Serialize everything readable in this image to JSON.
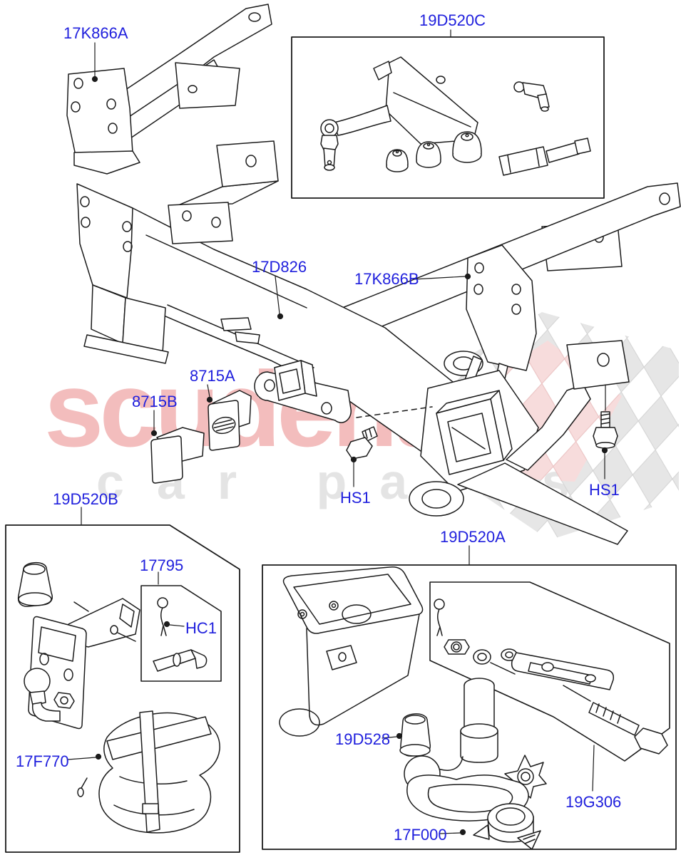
{
  "page": {
    "background": "#ffffff"
  },
  "watermark": {
    "brand": "scuderia",
    "tagline": "car parts",
    "brand_color": "#f3bdbd",
    "tagline_color": "#e4e4e4",
    "check_gray_fill": "#e6e6e6",
    "check_gray_line": "#d2d2d2",
    "check_red_fill": "#f7dcdc",
    "check_red_line": "#eec2c2"
  },
  "diagram": {
    "type": "exploded-parts-diagram",
    "subject": "towing equipment / tow bar cross member kit",
    "label_color": "#2020dd",
    "line_color": "#1b1b1b"
  },
  "labels": {
    "17K866A": "17K866A",
    "19D520C": "19D520C",
    "17D826": "17D826",
    "17K866B": "17K866B",
    "8715A": "8715A",
    "8715B": "8715B",
    "HS1": "HS1",
    "19D520B": "19D520B",
    "17795": "17795",
    "HC1": "HC1",
    "17F770": "17F770",
    "19D520A": "19D520A",
    "19D528": "19D528",
    "17F000": "17F000",
    "19G306": "19G306"
  }
}
